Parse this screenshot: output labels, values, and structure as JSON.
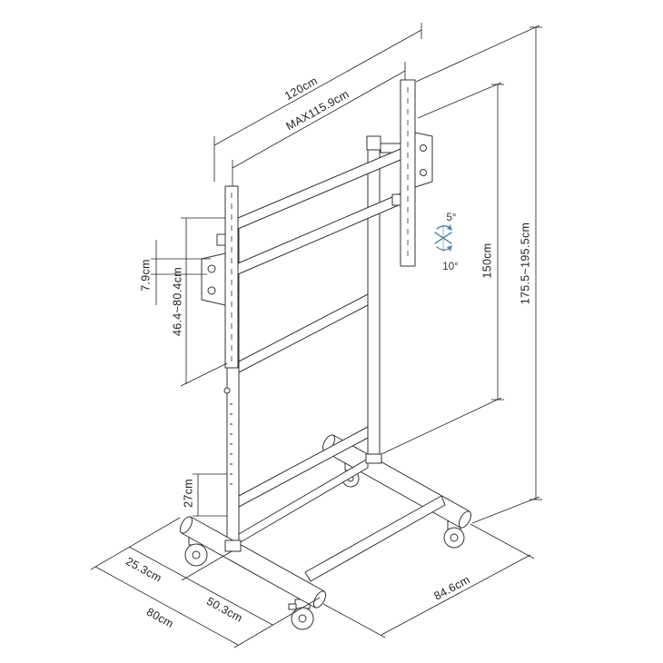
{
  "labels": {
    "width_overall": "120cm",
    "width_max": "MAX115.9cm",
    "tilt_up": "5°",
    "tilt_down": "10°",
    "height_center": "150cm",
    "height_total": "175.5~195.5cm",
    "hole_spacing": "7.9cm",
    "bracket_height": "46.4~80.4cm",
    "crossbar_height": "27cm",
    "base_rear": "25.3cm",
    "base_depth": "80cm",
    "base_front": "50.3cm",
    "base_width": "84.6cm"
  },
  "icons": {
    "tilt": "tilt-arrows-icon"
  },
  "colors": {
    "background": "#ffffff",
    "line": "#333333",
    "tilt_icon": "#5b87a5"
  }
}
